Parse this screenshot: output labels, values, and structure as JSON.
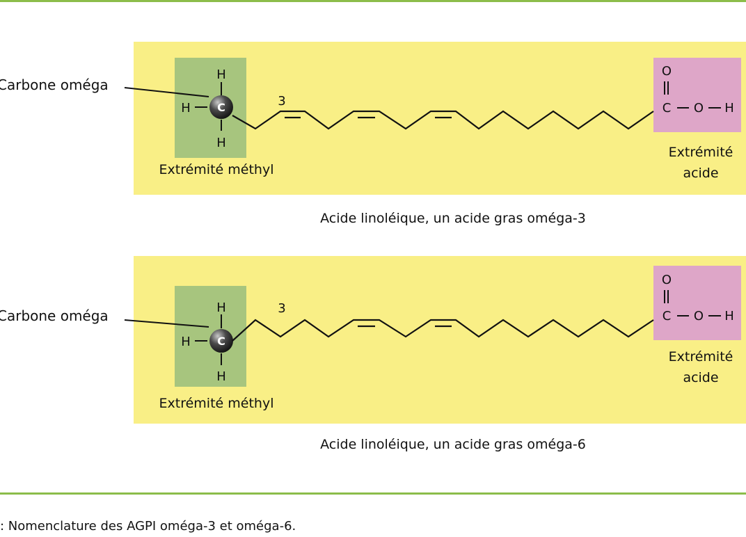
{
  "colors": {
    "rule": "#8cbd4a",
    "panel": "#f9ef86",
    "methyl_box": "#a7c57e",
    "acid_box": "#dea6c8",
    "bond": "#111111"
  },
  "panels": [
    {
      "omega_label": "Carbone oméga",
      "carbon_symbol": "C",
      "hydrogen_top": "H",
      "hydrogen_left": "H",
      "hydrogen_bottom": "H",
      "position_number": "3",
      "methyl_label": "Extrémité méthyl",
      "carboxyl": {
        "oxygen_top": "O",
        "carbon": "C",
        "oxygen": "O",
        "hydrogen": "H"
      },
      "acid_label_line1": "Extrémité",
      "acid_label_line2": "acide",
      "double_bond_count": 3,
      "title": "Acide linoléique, un acide gras oméga-3"
    },
    {
      "omega_label": "Carbone oméga",
      "carbon_symbol": "C",
      "hydrogen_top": "H",
      "hydrogen_left": "H",
      "hydrogen_bottom": "H",
      "position_number": "3",
      "methyl_label": "Extrémité méthyl",
      "carboxyl": {
        "oxygen_top": "O",
        "carbon": "C",
        "oxygen": "O",
        "hydrogen": "H"
      },
      "acid_label_line1": "Extrémité",
      "acid_label_line2": "acide",
      "double_bond_count": 2,
      "title": "Acide linoléique, un acide gras oméga-6"
    }
  ],
  "caption": ": Nomenclature des AGPI oméga-3 et oméga-6."
}
